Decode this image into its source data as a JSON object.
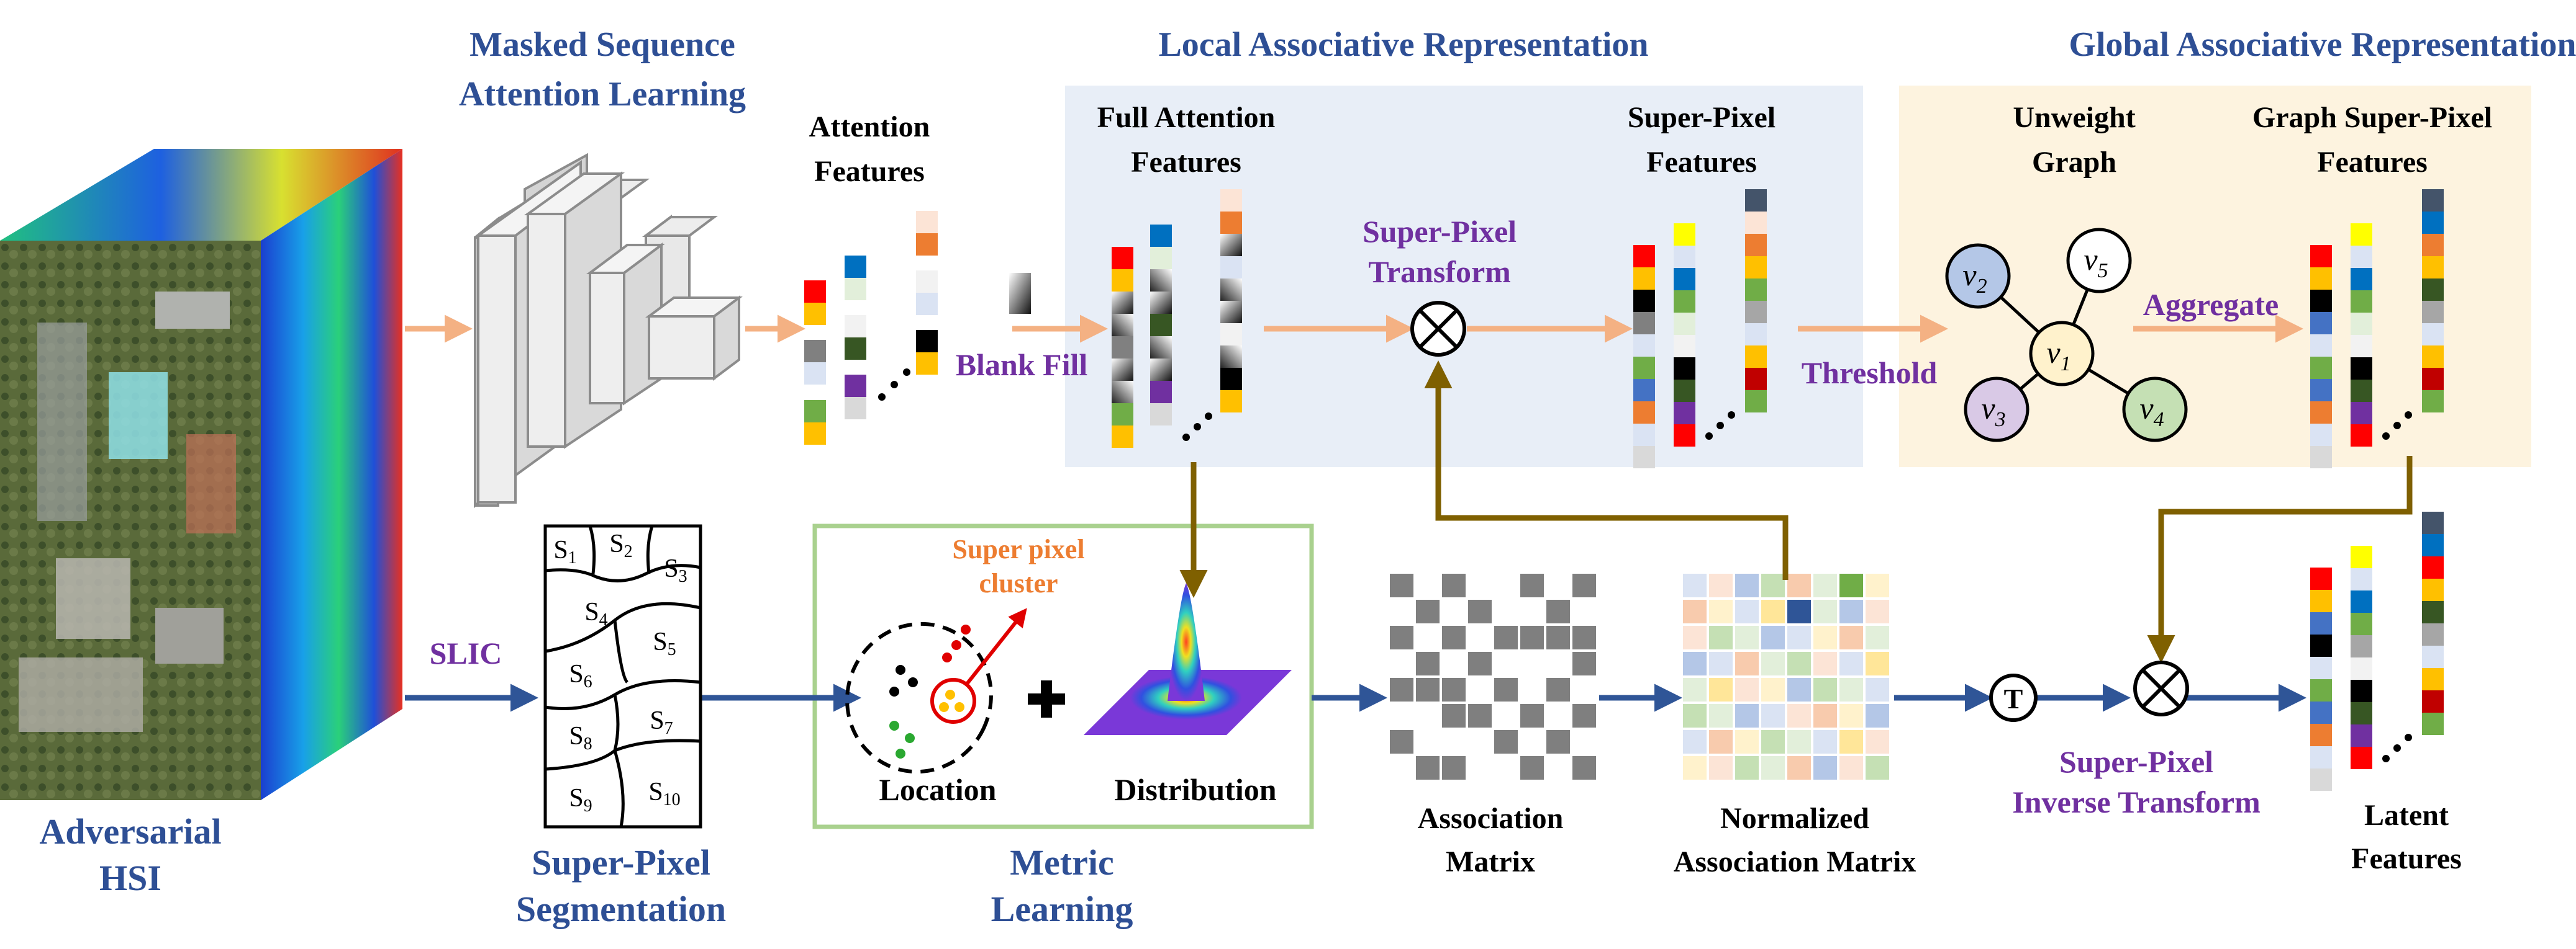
{
  "sections": {
    "masked": [
      "Masked Sequence",
      "Attention Learning"
    ],
    "local": "Local Associative Representation",
    "global": "Global Associative Representation"
  },
  "labels": {
    "attention_features": [
      "Attention",
      "Features"
    ],
    "full_attention": [
      "Full Attention",
      "Features"
    ],
    "superpixel_features": [
      "Super-Pixel",
      "Features"
    ],
    "unweight_graph": [
      "Unweight",
      "Graph"
    ],
    "graph_sp_features": [
      "Graph Super-Pixel",
      "Features"
    ],
    "blank_fill": "Blank Fill",
    "sp_transform": [
      "Super-Pixel",
      "Transform"
    ],
    "threshold": "Threshold",
    "aggregate": "Aggregate",
    "adversarial": [
      "Adversarial",
      "HSI"
    ],
    "slic": "SLIC",
    "sp_segmentation": [
      "Super-Pixel",
      "Segmentation"
    ],
    "sp_cluster": [
      "Super pixel",
      "cluster"
    ],
    "location": "Location",
    "distribution": "Distribution",
    "metric": [
      "Metric",
      "Learning"
    ],
    "assoc_matrix": [
      "Association",
      "Matrix"
    ],
    "norm_matrix": [
      "Normalized",
      "Association  Matrix"
    ],
    "inverse": [
      "Super-Pixel",
      "Inverse Transform"
    ],
    "latent": [
      "Latent",
      "Features"
    ],
    "t_symbol": "T"
  },
  "segments": [
    "S1",
    "S2",
    "S3",
    "S4",
    "S5",
    "S6",
    "S7",
    "S8",
    "S9",
    "S10"
  ],
  "graph_nodes": [
    "v1",
    "v2",
    "v3",
    "v4",
    "v5"
  ],
  "colors": {
    "section_title": "#2e4f95",
    "op_label": "#7030a0",
    "orange_arrow": "#f4b183",
    "blue_arrow": "#2f5597",
    "brown_arrow": "#7f6000",
    "local_panel": "#e8eef7",
    "global_panel": "#fdf3df",
    "metric_border": "#a9d18e"
  }
}
